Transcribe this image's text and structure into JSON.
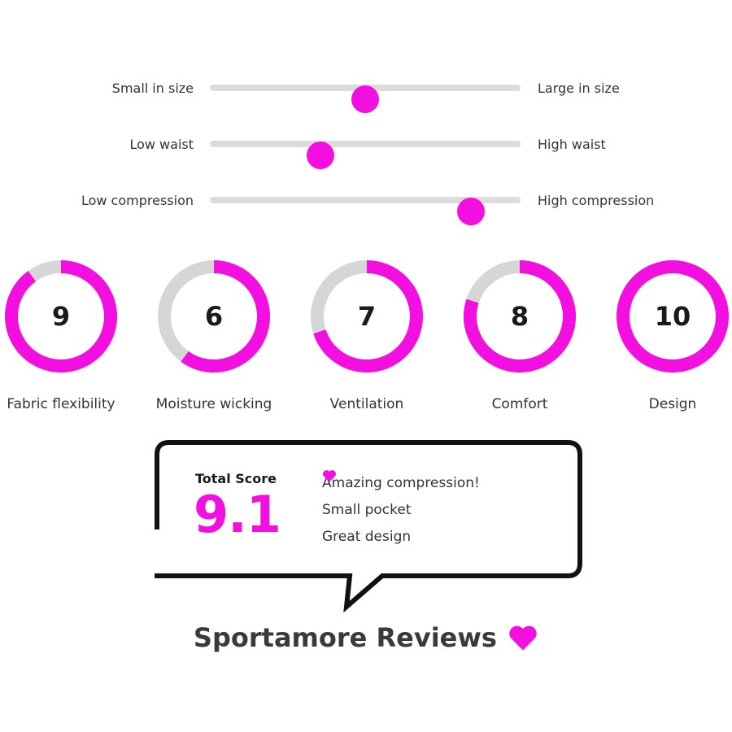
{
  "accent_color": "#f20fe0",
  "track_color": "#d6d6d6",
  "sliders": [
    {
      "left_label": "Small in size",
      "right_label": "Large in size",
      "value": 0.5
    },
    {
      "left_label": "Low waist",
      "right_label": "High waist",
      "value": 0.355
    },
    {
      "left_label": "Low compression",
      "right_label": "High compression",
      "value": 0.84
    }
  ],
  "ratings": [
    {
      "label": "Fabric flexibility",
      "value": "9",
      "max": 10
    },
    {
      "label": "Moisture wicking",
      "value": "6",
      "max": 10
    },
    {
      "label": "Ventilation",
      "value": "7",
      "max": 10
    },
    {
      "label": "Comfort",
      "value": "8",
      "max": 10
    },
    {
      "label": "Design",
      "value": "10",
      "max": 10
    }
  ],
  "score": {
    "label": "Total Score",
    "value": "9.1"
  },
  "highlights": [
    {
      "text": "Amazing compression!",
      "icon": "heart-icon"
    },
    {
      "text": "Small pocket",
      "icon": "heart-icon"
    },
    {
      "text": "Great design",
      "icon": "heart-icon"
    }
  ],
  "brand": {
    "name": "Sportamore Reviews",
    "icon": "heart-icon"
  }
}
